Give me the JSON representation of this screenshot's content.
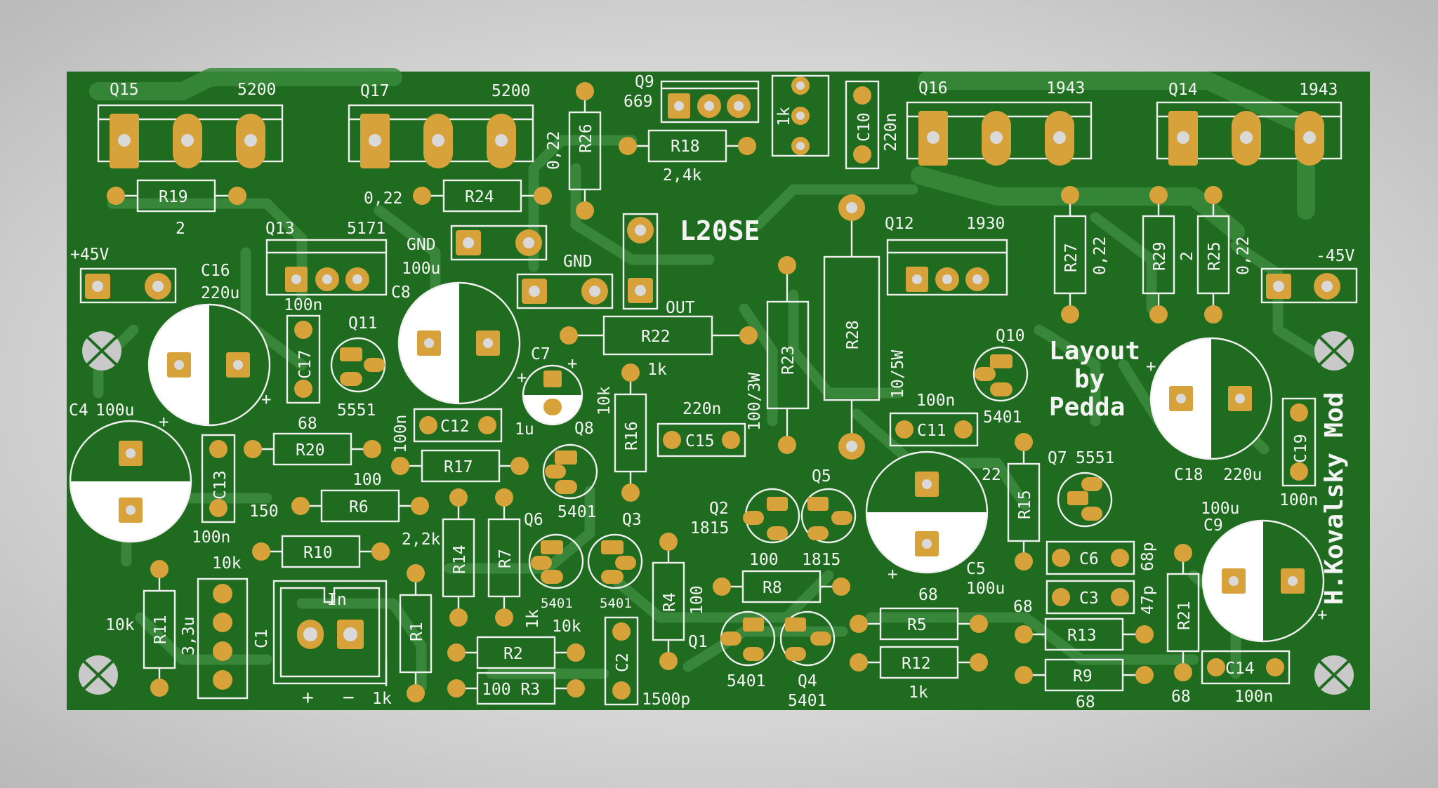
{
  "board": {
    "title": "L20SE",
    "credit": [
      "Layout",
      "by",
      "Pedda"
    ],
    "mod": "H.Kovalsky Mod",
    "power": {
      "pos": "+45V",
      "neg": "-45V"
    },
    "gnd": "GND",
    "input": {
      "label": "In",
      "plus": "+",
      "minus": "−"
    },
    "colors": {
      "board": "#1f6b1f",
      "copper": "#3a8a3c",
      "pad": "#d8a23a",
      "silk": "#f0f0f0"
    }
  },
  "labels": {
    "l_q15": "Q15",
    "l_5200a": "5200",
    "l_q17": "Q17",
    "l_5200b": "5200",
    "l_q9": "Q9",
    "l_669": "669",
    "l_q16": "Q16",
    "l_1943a": "1943",
    "l_q14": "Q14",
    "l_1943b": "1943",
    "l_r19": "R19",
    "l_2a": "2",
    "l_022a": "0,22",
    "l_r24": "R24",
    "l_022b": "0,22",
    "l_r26": "R26",
    "l_r18": "R18",
    "l_24k": "2,4k",
    "l_1k_top": "1k",
    "l_c10": "C10",
    "l_220n_top": "220n",
    "l_q13": "Q13",
    "l_5171": "5171",
    "l_gnd1": "GND",
    "l_100u_c8": "100u",
    "l_c8": "C8",
    "l_gnd2": "GND",
    "l_out": "OUT",
    "l_p45": "+45V",
    "l_c16": "C16",
    "l_220u_c16": "220u",
    "l_100n_c17": "100n",
    "l_c17": "C17",
    "l_q11": "Q11",
    "l_5551a": "5551",
    "l_q12": "Q12",
    "l_1930": "1930",
    "l_r27": "R27",
    "l_022c": "0,22",
    "l_r29": "R29",
    "l_2b": "2",
    "l_r25": "R25",
    "l_022d": "0,22",
    "l_m45": "-45V",
    "l_c7": "C7",
    "l_1u": "1u",
    "l_r22": "R22",
    "l_1k_r22": "1k",
    "l_r23": "R23",
    "l_r28": "R28",
    "l_100_3w": "100/3W",
    "l_10_5w": "10/5W",
    "l_q10": "Q10",
    "l_5401_q10": "5401",
    "l_100n_c11": "100n",
    "l_c11": "C11",
    "l_c18": "C18",
    "l_220u_c18": "220u",
    "l_c19": "C19",
    "l_100n_c19": "100n",
    "l_c4": "C4",
    "l_100u_c4": "100u",
    "l_c13": "C13",
    "l_100n_c13": "100n",
    "l_68a": "68",
    "l_r20": "R20",
    "l_100n_c12": "100n",
    "l_c12": "C12",
    "l_q8": "Q8",
    "l_5401_q8": "5401",
    "l_10k_r16": "10k",
    "l_r16": "R16",
    "l_220n_c15": "220n",
    "l_c15": "C15",
    "l_r17": "R17",
    "l_100a": "100",
    "l_150": "150",
    "l_r6": "R6",
    "l_22k": "2,2k",
    "l_r10": "R10",
    "l_10k_r10": "10k",
    "l_r14": "R14",
    "l_r7": "R7",
    "l_q6": "Q6",
    "l_q3": "Q3",
    "l_5401_q6": "5401",
    "l_5401_q3": "5401",
    "l_q5": "Q5",
    "l_q2": "Q2",
    "l_1815a": "1815",
    "l_1815b": "1815",
    "l_100b": "100",
    "l_c5": "C5",
    "l_100u_c5": "100u",
    "l_22": "22",
    "l_r15": "R15",
    "l_q7": "Q7",
    "l_5551b": "5551",
    "l_c6": "C6",
    "l_c3": "C3",
    "l_68p": "68p",
    "l_47p": "47p",
    "l_c9": "C9",
    "l_100u_c9": "100u",
    "l_r21": "R21",
    "l_68_r21": "68",
    "l_c14": "C14",
    "l_100n_c14": "100n",
    "l_10k_r11": "10k",
    "l_r11": "R11",
    "l_33u": "3,3u",
    "l_c1": "C1",
    "l_1k_in": "1k",
    "l_r1": "R1",
    "l_1k_r7": "1k",
    "l_10k_r2": "10k",
    "l_r2": "R2",
    "l_100r3": "100 R3",
    "l_c2": "C2",
    "l_1500p": "1500p",
    "l_r4": "R4",
    "l_100_r4": "100",
    "l_r8": "R8",
    "l_68b": "68",
    "l_r5": "R5",
    "l_r12": "R12",
    "l_1k_r12": "1k",
    "l_68c": "68",
    "l_r13": "R13",
    "l_r9": "R9",
    "l_68d": "68",
    "l_q1": "Q1",
    "l_5401_q1": "5401",
    "l_q4": "Q4",
    "l_5401_q4": "5401"
  }
}
